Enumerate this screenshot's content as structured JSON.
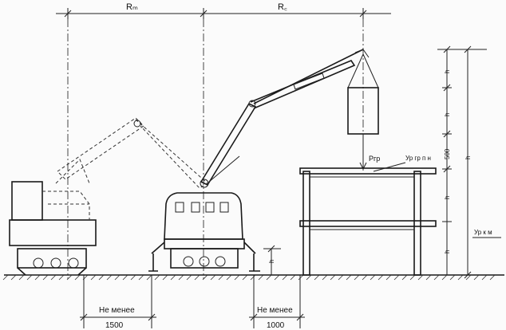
{
  "dimensions": {
    "r_left": "Rₘ",
    "r_right": "R꜀",
    "min_left_label": "Не менее",
    "min_left_value": "1500",
    "min_right_label": "Не менее",
    "min_right_value": "1000",
    "h_labels": [
      "h",
      "h",
      "500",
      "h",
      "h",
      "h"
    ]
  },
  "labels": {
    "load_weight": "Ргр",
    "level_load": "Ур гр п н",
    "level_ground": "Ур к м"
  }
}
